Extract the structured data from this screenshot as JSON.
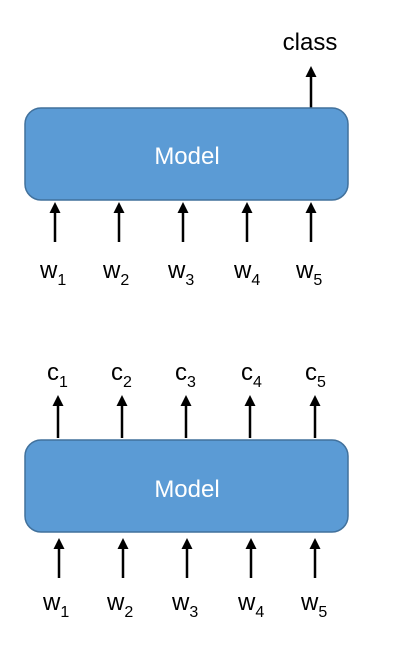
{
  "top": {
    "model_label": "Model",
    "output_label": "class",
    "inputs": [
      {
        "base": "w",
        "sub": "1"
      },
      {
        "base": "w",
        "sub": "2"
      },
      {
        "base": "w",
        "sub": "3"
      },
      {
        "base": "w",
        "sub": "4"
      },
      {
        "base": "w",
        "sub": "5"
      }
    ]
  },
  "bottom": {
    "model_label": "Model",
    "outputs": [
      {
        "base": "c",
        "sub": "1"
      },
      {
        "base": "c",
        "sub": "2"
      },
      {
        "base": "c",
        "sub": "3"
      },
      {
        "base": "c",
        "sub": "4"
      },
      {
        "base": "c",
        "sub": "5"
      }
    ],
    "inputs": [
      {
        "base": "w",
        "sub": "1"
      },
      {
        "base": "w",
        "sub": "2"
      },
      {
        "base": "w",
        "sub": "3"
      },
      {
        "base": "w",
        "sub": "4"
      },
      {
        "base": "w",
        "sub": "5"
      }
    ]
  },
  "colors": {
    "box_fill": "#5b9bd5",
    "box_stroke": "#41719c",
    "box_text": "#ffffff",
    "arrow": "#000000"
  }
}
